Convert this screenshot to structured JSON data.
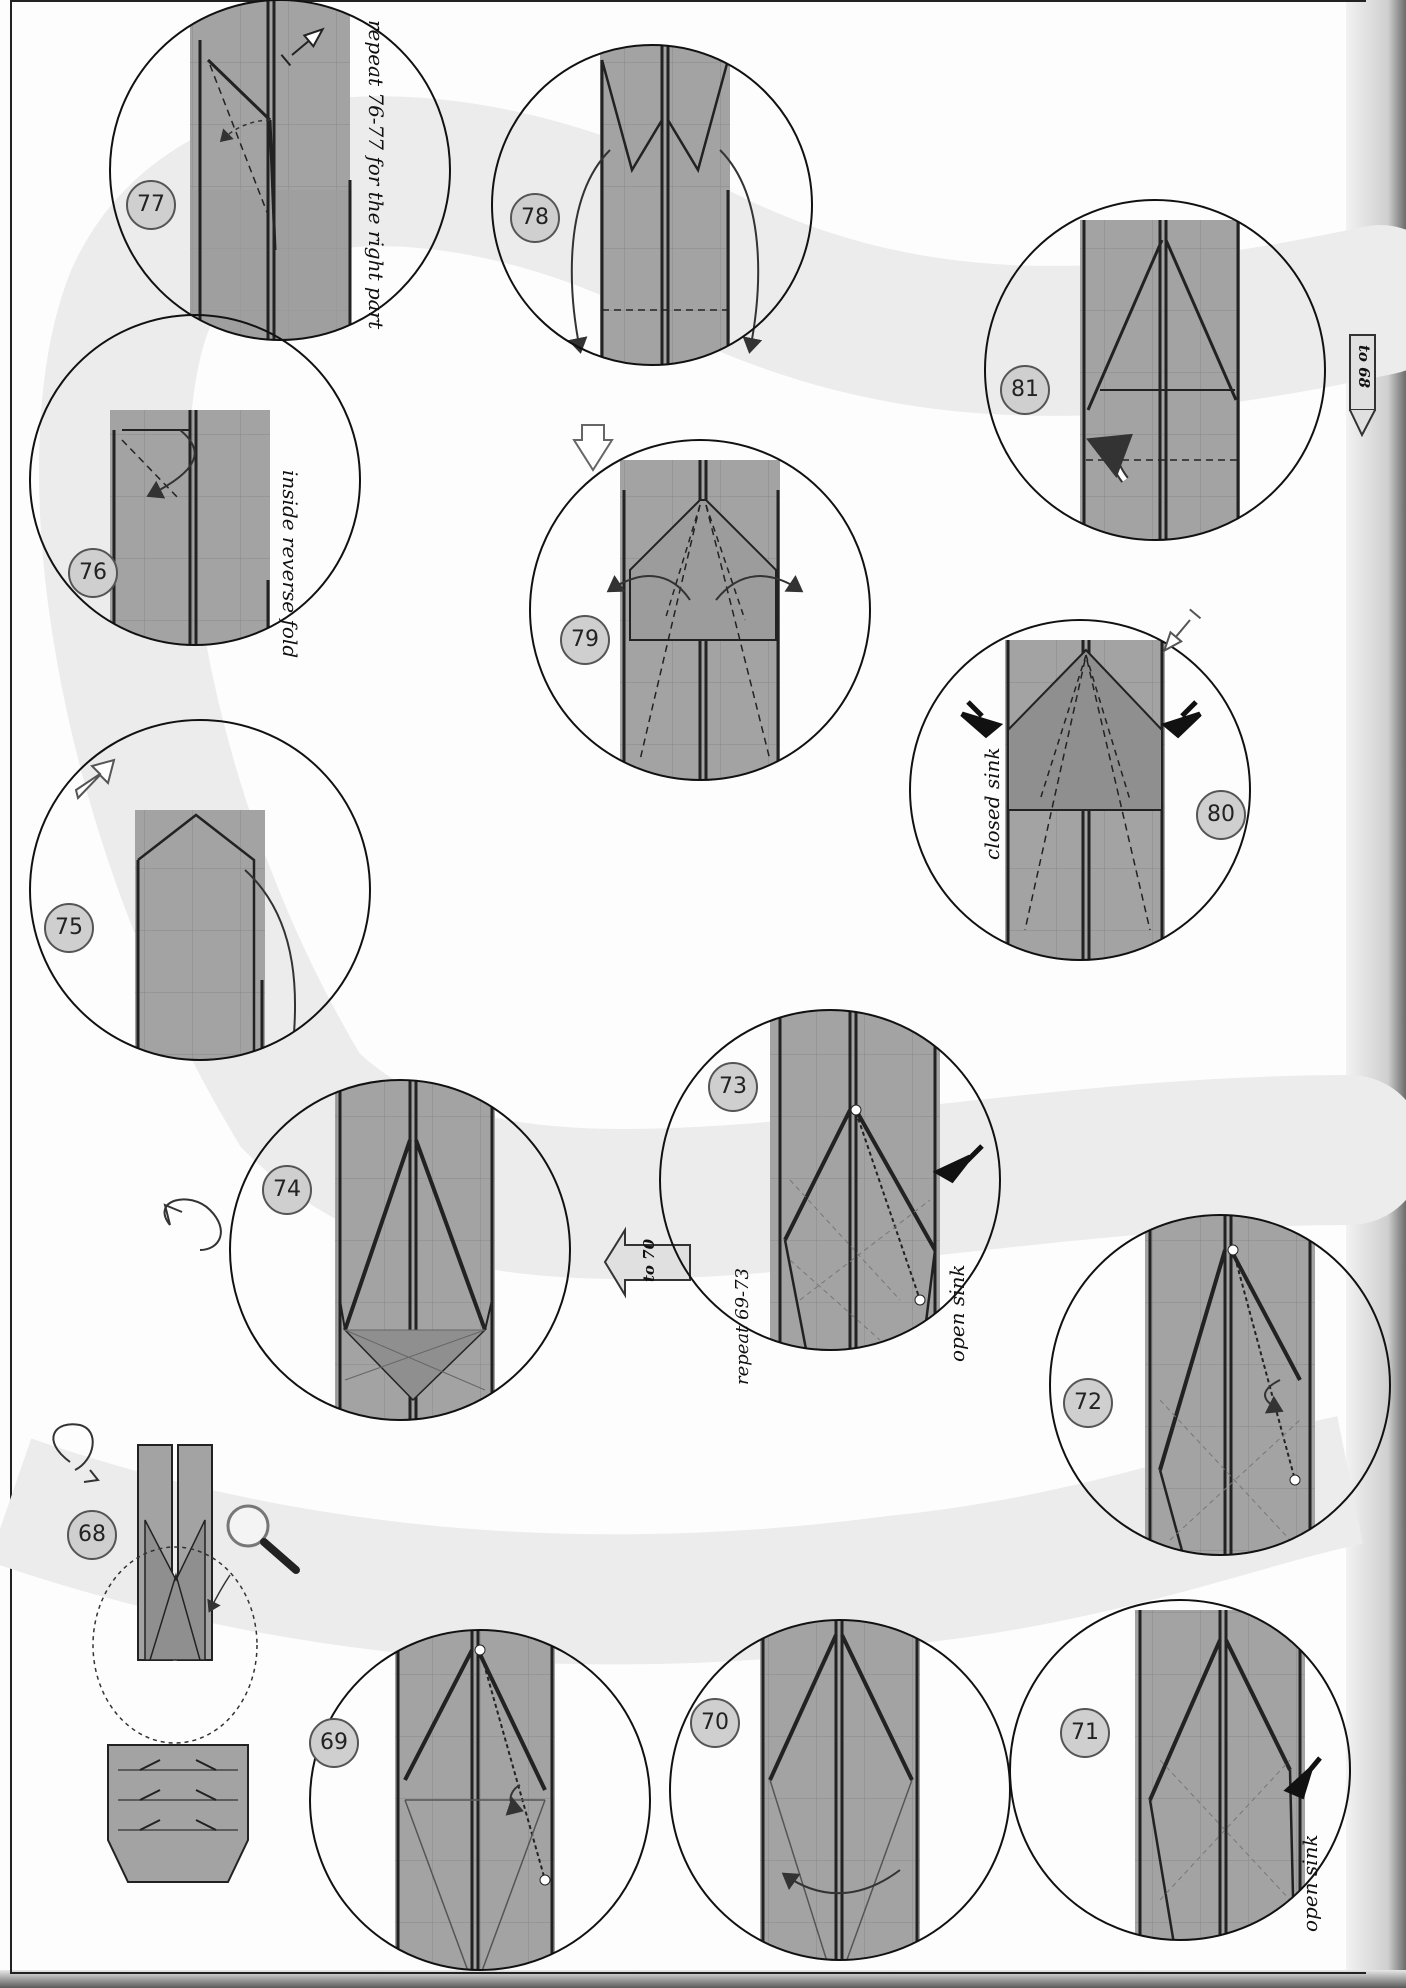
{
  "steps": [
    "68",
    "69",
    "70",
    "71",
    "72",
    "73",
    "74",
    "75",
    "76",
    "77",
    "78",
    "79",
    "80",
    "81"
  ],
  "notes": {
    "step77": "repeat 76-77 for the right part",
    "step76": "inside reverse fold",
    "step80": "closed sink",
    "step73_repeat": "repeat 69-73",
    "step73_sink": "open sink",
    "step71_sink": "open sink"
  },
  "refs": {
    "to68": "to 68",
    "to70": "to 70"
  },
  "icons": [
    "magnifier-icon",
    "turn-over-icon",
    "valley-fold-arrow-icon",
    "push-arrow-icon",
    "sink-arrow-icon"
  ],
  "colors": {
    "paper": "#9c9c9c",
    "paper_light": "#b7b7b7",
    "guide_band": "#eeeeee",
    "ink": "#111111"
  }
}
